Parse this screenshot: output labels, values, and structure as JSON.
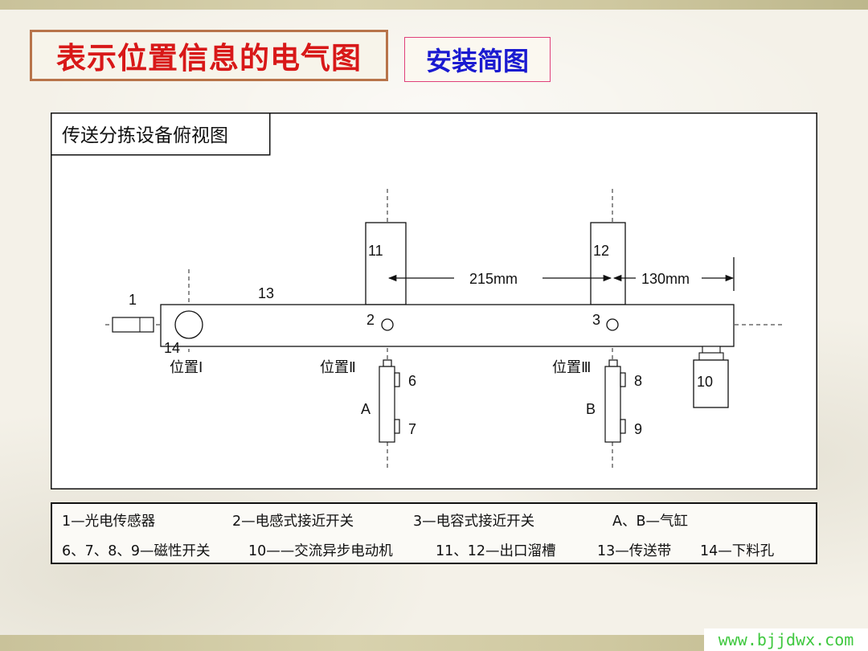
{
  "header": {
    "title": "表示位置信息的电气图",
    "subtitle": "安装简图"
  },
  "diagram": {
    "panel_title": "传送分拣设备俯视图",
    "labels": {
      "sensor": "1",
      "conveyor": "13",
      "hole": "14",
      "chute_a": "11",
      "chute_b": "12",
      "switch_2": "2",
      "switch_3": "3",
      "motor": "10",
      "pos_1": "位置Ⅰ",
      "pos_2": "位置Ⅱ",
      "pos_3": "位置Ⅲ",
      "cyl_a": "A",
      "cyl_b": "B",
      "mag_6": "6",
      "mag_7": "7",
      "mag_8": "8",
      "mag_9": "9",
      "dim_1": "215mm",
      "dim_2": "130mm"
    }
  },
  "legend": {
    "row1": [
      "1—光电传感器",
      "2—电感式接近开关",
      "3—电容式接近开关",
      "A、B—气缸"
    ],
    "row2": [
      "6、7、8、9—磁性开关",
      "10——交流异步电动机",
      "11、12—出口溜槽",
      "13—传送带",
      "14—下料孔"
    ]
  },
  "watermark": "www.bjjdwx.com"
}
